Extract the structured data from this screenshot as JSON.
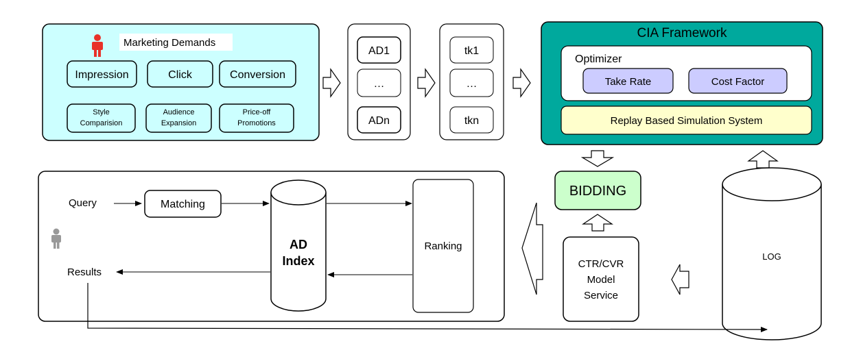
{
  "marketing": {
    "title": "Marketing Demands",
    "goals": [
      "Impression",
      "Click",
      "Conversion"
    ],
    "strategies": [
      [
        "Style",
        "Comparision"
      ],
      [
        "Audience",
        "Expansion"
      ],
      [
        "Price-off",
        "Promotions"
      ]
    ]
  },
  "ads": [
    "AD1",
    "…",
    "ADn"
  ],
  "tokens": [
    "tk1",
    "…",
    "tkn"
  ],
  "cia": {
    "title": "CIA Framework",
    "optimizer_label": "Optimizer",
    "take_rate": "Take Rate",
    "cost_factor": "Cost Factor",
    "simulation": "Replay Based Simulation System"
  },
  "bidding": "BIDDING",
  "ctr_model": [
    "CTR/CVR",
    "Model",
    "Service"
  ],
  "log": "LOG",
  "search": {
    "query": "Query",
    "matching": "Matching",
    "ad_index": [
      "AD",
      "Index"
    ],
    "ranking": "Ranking",
    "results": "Results"
  },
  "colors": {
    "marketing_fill": "#ccffff",
    "cia_fill": "#00a99d",
    "param_fill": "#ccccff",
    "simulation_fill": "#ffffcc",
    "bidding_fill": "#ccffcc",
    "advertiser_icon": "#e8322a",
    "user_icon": "#999999"
  }
}
